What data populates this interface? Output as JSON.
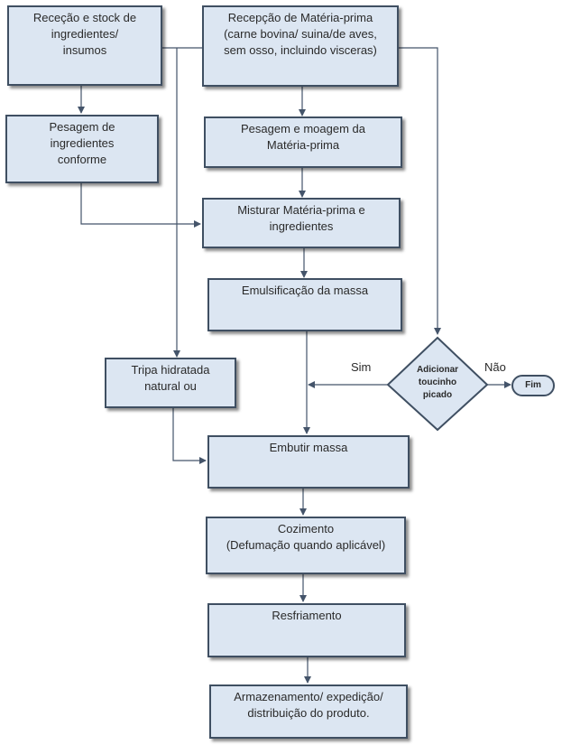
{
  "nodes": {
    "rececao_stock": {
      "lines": [
        "Receção e stock de",
        "ingredientes/",
        "insumos"
      ]
    },
    "rececao_materia": {
      "lines": [
        "Recepção de Matéria-prima",
        "(carne bovina/ suina/de aves,",
        "sem osso, incluindo visceras)"
      ]
    },
    "pesagem_ingredientes": {
      "lines": [
        "Pesagem de",
        "ingredientes",
        "conforme"
      ]
    },
    "pesagem_moagem": {
      "lines": [
        "Pesagem e moagem da",
        "Matéria-prima"
      ]
    },
    "misturar": {
      "lines": [
        "Misturar Matéria-prima e",
        "ingredientes"
      ]
    },
    "emulsificacao": {
      "lines": [
        "Emulsificação da massa"
      ]
    },
    "decisao": {
      "lines": [
        "Adicionar",
        "toucinho",
        "picado"
      ]
    },
    "fim": {
      "label": "Fim"
    },
    "tripa": {
      "lines": [
        "Tripa hidratada",
        "natural ou"
      ]
    },
    "embutir": {
      "lines": [
        "Embutir massa"
      ]
    },
    "cozimento": {
      "lines": [
        "Cozimento",
        "(Defumação quando aplicável)"
      ]
    },
    "resfriamento": {
      "lines": [
        "Resfriamento"
      ]
    },
    "armazenamento": {
      "lines": [
        "Armazenamento/ expedição/",
        "distribuição do produto."
      ]
    }
  },
  "edge_labels": {
    "sim": "Sim",
    "nao": "Não"
  },
  "colors": {
    "box_fill": "#dce6f2",
    "box_border": "#3f4f62",
    "connector": "#44546a"
  }
}
